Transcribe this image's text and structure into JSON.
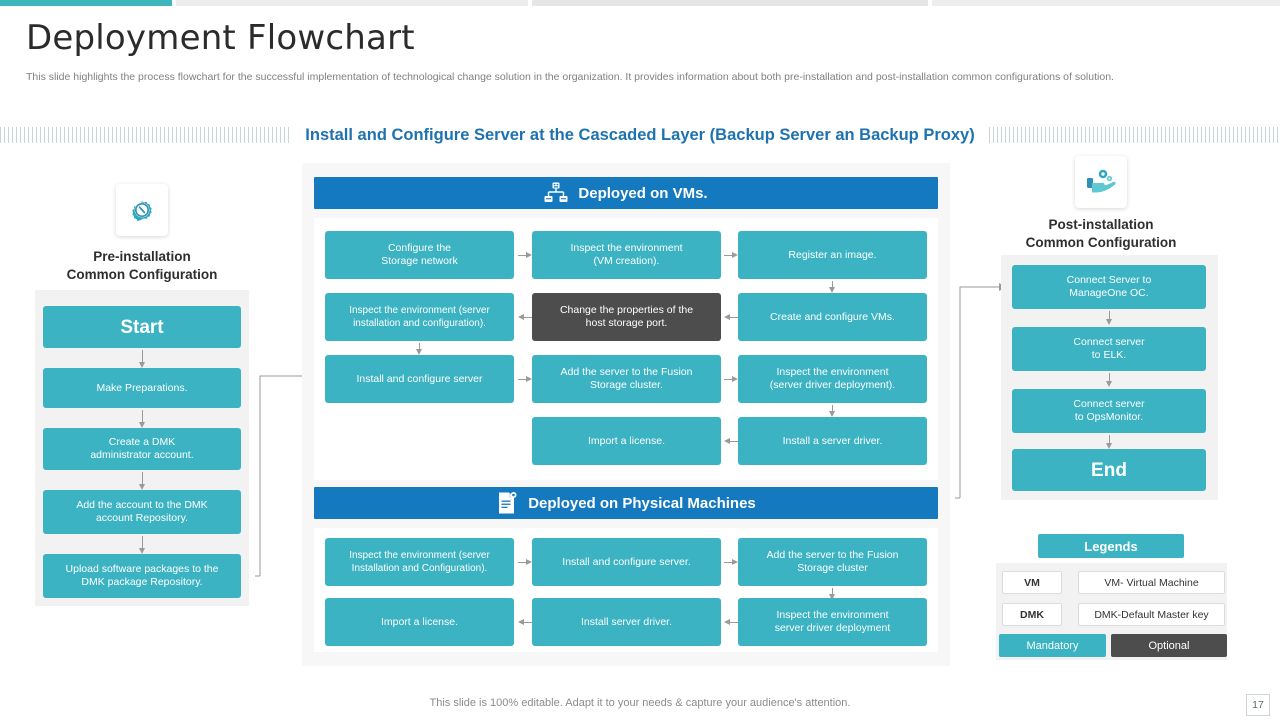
{
  "header": {
    "title": "Deployment Flowchart",
    "description": "This slide highlights the process flowchart for the successful implementation of technological change solution in the organization. It provides  information  about both pre-installation  and post-installation common configurations  of solution.",
    "section_headline": "Install and Configure Server  at the Cascaded Layer (Backup Server an Backup Proxy)"
  },
  "colors": {
    "accent_teal": "#3bb3c3",
    "top_rule_teal": "#3fb5bd",
    "header_blue": "#1479bf",
    "headline_blue": "#1f72b0",
    "dark_box": "#4d4d4d",
    "panel_gray": "#f2f2f2",
    "arrow_gray": "#9a9a9a"
  },
  "left_column": {
    "icon": "gear-settings-icon",
    "caption_line1": "Pre-installation",
    "caption_line2": "Common Configuration",
    "steps": [
      {
        "label": "Start",
        "emphasis": "big"
      },
      {
        "label": "Make Preparations."
      },
      {
        "label": "Create a DMK\nadministrator account."
      },
      {
        "label": "Add the account to the DMK\naccount Repository."
      },
      {
        "label": "Upload software packages to the\nDMK package Repository."
      }
    ]
  },
  "center": {
    "vms": {
      "header_label": "Deployed on VMs.",
      "header_icon": "network-hierarchy-icon",
      "boxes": [
        {
          "id": "vm-r1c1",
          "label": "Configure the\nStorage network",
          "style": "teal"
        },
        {
          "id": "vm-r1c2",
          "label": "Inspect the environment\n(VM  creation).",
          "style": "teal"
        },
        {
          "id": "vm-r1c3",
          "label": "Register an image.",
          "style": "teal"
        },
        {
          "id": "vm-r2c1",
          "label": "Inspect the environment (server\ninstallation and configuration).",
          "style": "teal"
        },
        {
          "id": "vm-r2c2",
          "label": "Change the properties of the\nhost storage port.",
          "style": "dark"
        },
        {
          "id": "vm-r2c3",
          "label": "Create and configure VMs.",
          "style": "teal"
        },
        {
          "id": "vm-r3c1",
          "label": "Install and configure server",
          "style": "teal"
        },
        {
          "id": "vm-r3c2",
          "label": "Add the server to the Fusion\nStorage cluster.",
          "style": "teal"
        },
        {
          "id": "vm-r3c3",
          "label": "Inspect the environment\n(server driver deployment).",
          "style": "teal"
        },
        {
          "id": "vm-r4c2",
          "label": "Import a license.",
          "style": "teal"
        },
        {
          "id": "vm-r4c3",
          "label": "Install a server driver.",
          "style": "teal"
        }
      ]
    },
    "physical": {
      "header_label": "Deployed on Physical Machines",
      "header_icon": "document-settings-icon",
      "boxes": [
        {
          "id": "pm-r1c1",
          "label": "Inspect the environment (server\nInstallation  and Configuration).",
          "style": "teal"
        },
        {
          "id": "pm-r1c2",
          "label": "Install and configure server.",
          "style": "teal"
        },
        {
          "id": "pm-r1c3",
          "label": "Add the server to the Fusion\nStorage cluster",
          "style": "teal"
        },
        {
          "id": "pm-r2c1",
          "label": "Import a license.",
          "style": "teal"
        },
        {
          "id": "pm-r2c2",
          "label": "Install server driver.",
          "style": "teal"
        },
        {
          "id": "pm-r2c3",
          "label": "Inspect the environment\nserver driver deployment",
          "style": "teal"
        }
      ]
    }
  },
  "right_column": {
    "icon": "hand-gears-icon",
    "caption_line1": "Post-installation",
    "caption_line2": "Common Configuration",
    "steps": [
      {
        "label": "Connect Server to\nManageOne OC."
      },
      {
        "label": "Connect server\nto ELK."
      },
      {
        "label": "Connect server\nto OpsMonitor."
      },
      {
        "label": "End",
        "emphasis": "big"
      }
    ]
  },
  "legends": {
    "title": "Legends",
    "rows": [
      {
        "key": "VM",
        "value": "VM- Virtual Machine"
      },
      {
        "key": "DMK",
        "value": "DMK-Default Master key"
      }
    ],
    "chips": [
      {
        "label": "Mandatory",
        "kind": "mandatory"
      },
      {
        "label": "Optional",
        "kind": "optional"
      }
    ]
  },
  "footer": {
    "note": "This slide is 100% editable. Adapt it to your needs & capture your audience's attention.",
    "page_number": "17"
  }
}
